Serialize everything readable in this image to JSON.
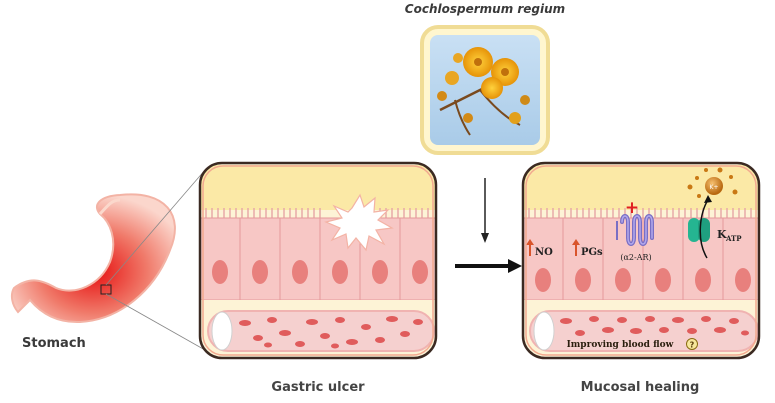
{
  "plant_name": "Cochlospermum regium",
  "stomach_label": "Stomach",
  "ulcer_label": "Gastric ulcer",
  "healing_label": "Mucosal healing",
  "markers": {
    "no": "NO",
    "pgs": "PGs",
    "alpha_receptor": "(α2-AR)",
    "katp_main": "K",
    "katp_sub": "ATP",
    "potassium": "K+",
    "plus": "+"
  },
  "blood_flow_label": "Improving blood flow",
  "question_mark": "?",
  "colors": {
    "panel_border": "#3b2a22",
    "panel_outline": "#f2a98f",
    "mucus": "#fbe9a6",
    "cell": "#f7c7c5",
    "cell_border": "#e59a9a",
    "nucleus": "#e8807d",
    "vessel": "#f5d0cf",
    "rbc": "#e05c5c",
    "arrow_up": "#d9542b",
    "plus": "#e02020",
    "receptor": "#7a6fc4",
    "channel": "#25b591",
    "flower": "#f2a90f",
    "sky": "#bcd9f0"
  }
}
